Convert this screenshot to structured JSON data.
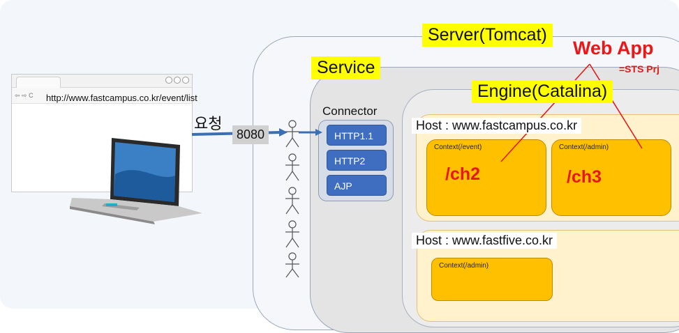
{
  "server": {
    "title": "Server(Tomcat)"
  },
  "service": {
    "title": "Service"
  },
  "engine": {
    "title": "Engine(Catalina)"
  },
  "connector": {
    "title": "Connector",
    "buttons": [
      "HTTP1.1",
      "HTTP2",
      "AJP"
    ]
  },
  "request": {
    "label": "요청",
    "port": "8080"
  },
  "browser": {
    "nav": "⇦ ⇨ C",
    "url": "http://www.fastcampus.co.kr/event/list"
  },
  "web_app": {
    "title": "Web App",
    "subtitle": "=STS Prj"
  },
  "hosts": [
    {
      "name": "Host : www.fastcampus.co.kr",
      "contexts": [
        {
          "label": "Context(/event)",
          "project": "/ch2"
        },
        {
          "label": "Context(/admin)",
          "project": "/ch3"
        }
      ]
    },
    {
      "name": "Host : www.fastfive.co.kr",
      "contexts": [
        {
          "label": "Context(/admin)"
        }
      ]
    }
  ],
  "colors": {
    "highlight": "#ffff00",
    "connector_button": "#3f6ec0",
    "context": "#ffc000",
    "host": "#fff2cc",
    "annotation": "#e81818",
    "arrow": "#3a6fb5"
  }
}
